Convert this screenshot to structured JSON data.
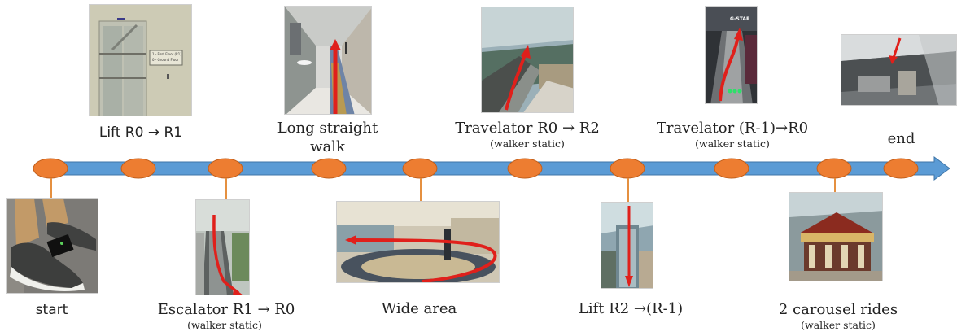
{
  "timeline": {
    "colors": {
      "bar": "#5b9bd5",
      "bar_edge": "#3f76a8",
      "node": "#ed7d31",
      "node_edge": "#c05f1c",
      "path": "#e0201b"
    }
  },
  "stages": {
    "lift_r0_r1": {
      "label": "Lift R0 → R1"
    },
    "long_walk": {
      "label_line1": "Long straight",
      "label_line2": "walk"
    },
    "travelator_r0_r2": {
      "label": "Travelator R0 → R2",
      "note": "(walker static)"
    },
    "travelator_rm1_r0": {
      "label": "Travelator (R-1)→R0",
      "note": "(walker static)"
    },
    "end": {
      "label": "end"
    },
    "start": {
      "label": "start"
    },
    "escalator_r1_r0": {
      "label": "Escalator R1 → R0",
      "note": "(walker static)"
    },
    "wide_area": {
      "label": "Wide area"
    },
    "lift_r2_rm1": {
      "label": "Lift R2 →(R-1)"
    },
    "carousel": {
      "label": "2 carousel rides",
      "note": "(walker static)"
    }
  },
  "photos": {
    "lift_sign_lines": [
      "1 - First Floor (R1)",
      "0 - Ground Floor"
    ],
    "travelator_sign": "G-STAR"
  }
}
